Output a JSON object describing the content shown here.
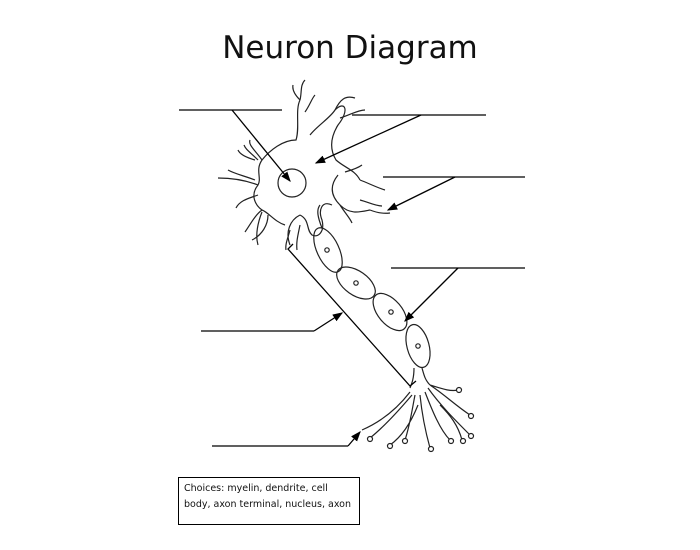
{
  "title": "Neuron Diagram",
  "choices": {
    "text": "Choices: myelin, dendrite, cell body, axon terminal, nucleus, axon"
  },
  "blanks": [
    {
      "id": "blank-1",
      "value": ""
    },
    {
      "id": "blank-2",
      "value": ""
    },
    {
      "id": "blank-3",
      "value": ""
    },
    {
      "id": "blank-4",
      "value": ""
    },
    {
      "id": "blank-5",
      "value": ""
    },
    {
      "id": "blank-6",
      "value": ""
    }
  ]
}
